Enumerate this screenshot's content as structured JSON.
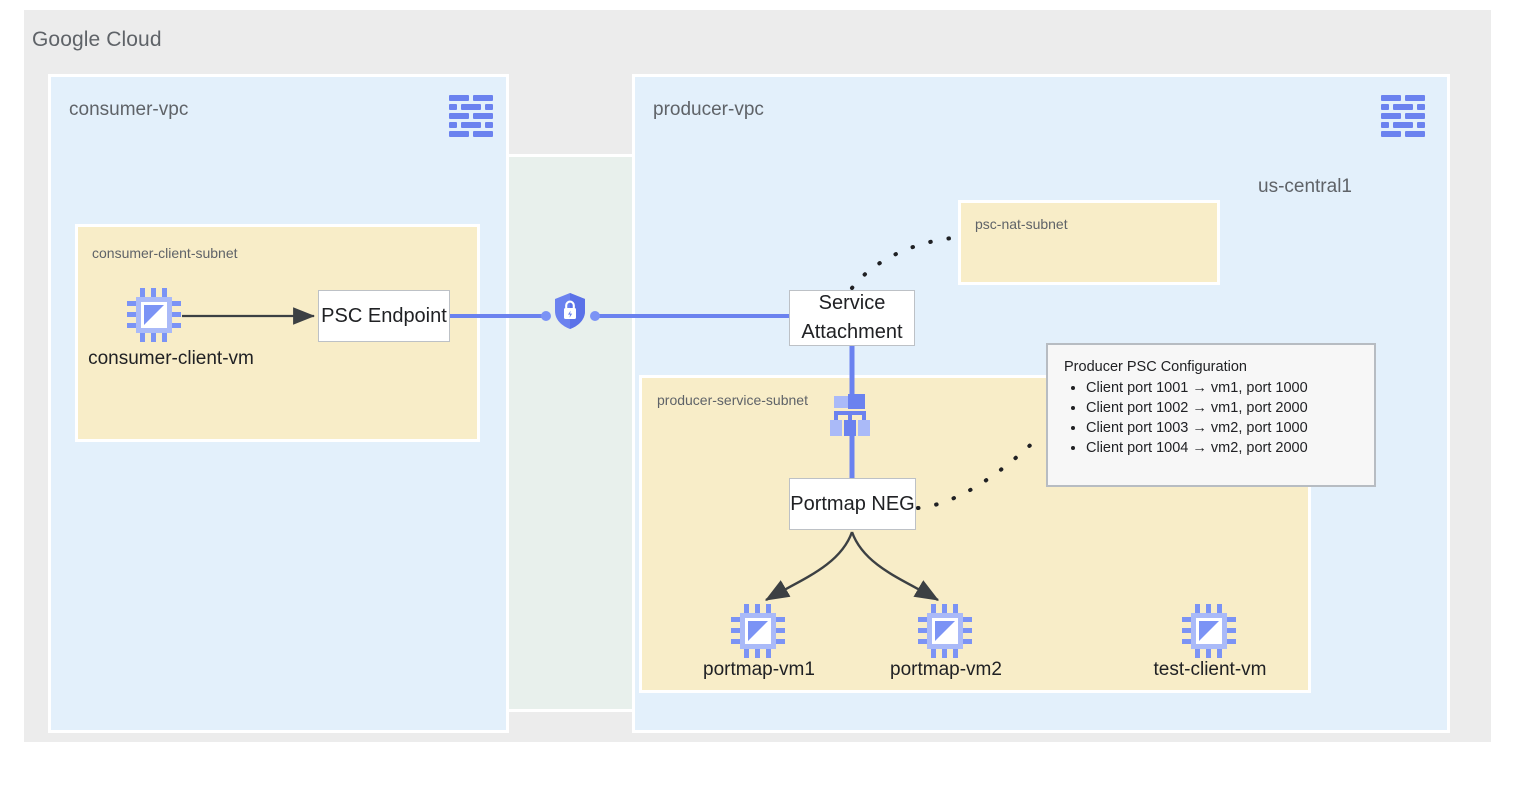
{
  "frame": {
    "title": "Google Cloud"
  },
  "region": {
    "label": "us-central1"
  },
  "consumer_vpc": {
    "label": "consumer-vpc",
    "icon": "vpc-network-icon",
    "subnet": {
      "label": "consumer-client-subnet"
    },
    "vm": {
      "label": "consumer-client-vm",
      "icon": "vm-instance-icon"
    },
    "endpoint": {
      "label": "PSC Endpoint"
    }
  },
  "producer_vpc": {
    "label": "producer-vpc",
    "icon": "vpc-network-icon",
    "nat_subnet": {
      "label": "psc-nat-subnet"
    },
    "service_subnet": {
      "label": "producer-service-subnet"
    },
    "service_attachment": {
      "line1": "Service",
      "line2": "Attachment"
    },
    "load_balancer": {
      "icon": "load-balancer-icon"
    },
    "portmap_neg": {
      "label": "Portmap NEG"
    },
    "vms": [
      {
        "label": "portmap-vm1",
        "icon": "vm-instance-icon"
      },
      {
        "label": "portmap-vm2",
        "icon": "vm-instance-icon"
      },
      {
        "label": "test-client-vm",
        "icon": "vm-instance-icon"
      }
    ]
  },
  "psc_connection": {
    "icon": "shield-lock-icon"
  },
  "config_callout": {
    "title": "Producer PSC Configuration",
    "items": [
      "Client port 1001 → vm1, port 1000",
      "Client port 1002 → vm1, port 2000",
      "Client port 1003 → vm2, port 1000",
      "Client port 1004 → vm2, port 2000"
    ]
  },
  "colors": {
    "page_background": "#ffffff",
    "frame_background": "#ececec",
    "vpc_background": "#e3f0fb",
    "region_background": "#e8f0ec",
    "subnet_background": "#f8edc8",
    "accent_blue": "#6b82ef",
    "icon_blue_light": "#aabaf8",
    "arrow_gray": "#3c4043",
    "label_gray": "#5f6368",
    "callout_background": "#f7f7f7",
    "callout_border": "#b7bcc2"
  }
}
